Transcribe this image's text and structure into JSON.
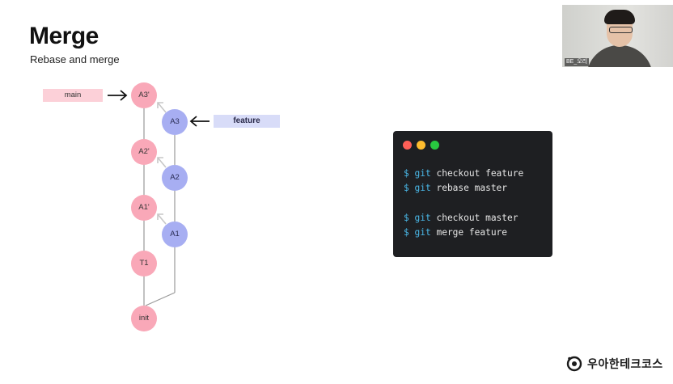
{
  "slide": {
    "title": "Merge",
    "subtitle": "Rebase and merge"
  },
  "labels": {
    "main": "main",
    "feature": "feature"
  },
  "nodes": {
    "a3p": "A3'",
    "a2p": "A2'",
    "a1p": "A1'",
    "t1": "T1",
    "init": "init",
    "a3": "A3",
    "a2": "A2",
    "a1": "A1"
  },
  "terminal": {
    "prompt": "$",
    "git": "git",
    "lines": [
      "checkout feature",
      "rebase master",
      "checkout master",
      "merge feature"
    ]
  },
  "webcam": {
    "name": "BE_오리"
  },
  "brand": {
    "name": "우아한테크코스"
  },
  "colors": {
    "main_node": "#f9a8b8",
    "feature_node": "#a7aef2",
    "main_label_bg": "#fcd0d8",
    "feature_label_bg": "#d8dcf8",
    "terminal_bg": "#1e1f22",
    "command_accent": "#4ab8e8"
  },
  "icons": {
    "window_controls": [
      "red-dot-icon",
      "yellow-dot-icon",
      "green-dot-icon"
    ],
    "arrows": [
      "arrow-right-icon",
      "arrow-left-icon",
      "arrow-up-left-icon"
    ],
    "brand": "brand-logo-icon"
  }
}
